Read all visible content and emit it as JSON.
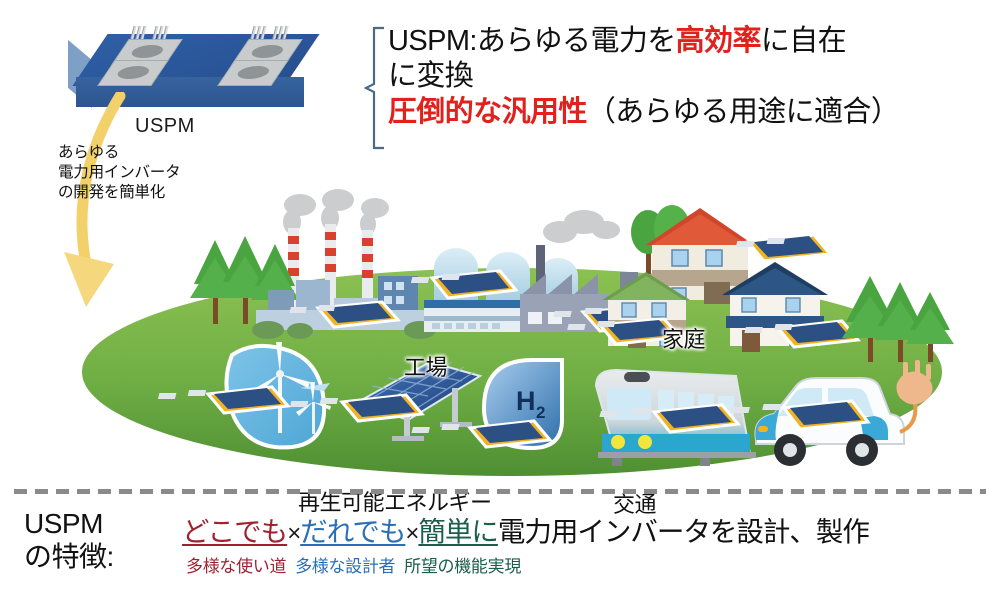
{
  "hero": {
    "device_label": "USPM",
    "device_color": "#2d5590",
    "caption": "あらゆる\n電力用インバータ\nの開発を簡単化",
    "arrow_color": "#f2d16b"
  },
  "headline": {
    "line1_a": "USPM:あらゆる電力を",
    "line1_red": "高効率",
    "line1_b": "に自在",
    "line2": "に変換",
    "line3_red": "圧倒的な汎用性",
    "line3_b": "（あらゆる用途に適合）",
    "accent_color": "#e0211c",
    "brace_color": "#4b6a86"
  },
  "scene": {
    "ground_color": "#74b64a",
    "labels": [
      {
        "id": "factory",
        "text": "工場"
      },
      {
        "id": "home",
        "text": "家庭"
      },
      {
        "id": "renewable",
        "text": "再生可能エネルギー"
      },
      {
        "id": "transport",
        "text": "交通"
      }
    ],
    "hydrogen_badge": "H",
    "hydrogen_sub": "2",
    "module_badge_outline": "#f0b323",
    "module_badge_body": "#2c4f84"
  },
  "bottom": {
    "label": "USPM\nの特徴:",
    "main": {
      "seg1": "どこでも",
      "x1": "×",
      "seg2": "だれでも",
      "x2": "×",
      "seg3": "簡単に",
      "tail": "電力用インバータを設計、製作"
    },
    "sub": {
      "seg1": "多様な使い道",
      "seg2": "多様な設計者",
      "seg3": "所望の機能実現"
    },
    "colors": {
      "red": "#9e2231",
      "blue": "#2a6fb5",
      "green": "#195e4b"
    }
  }
}
